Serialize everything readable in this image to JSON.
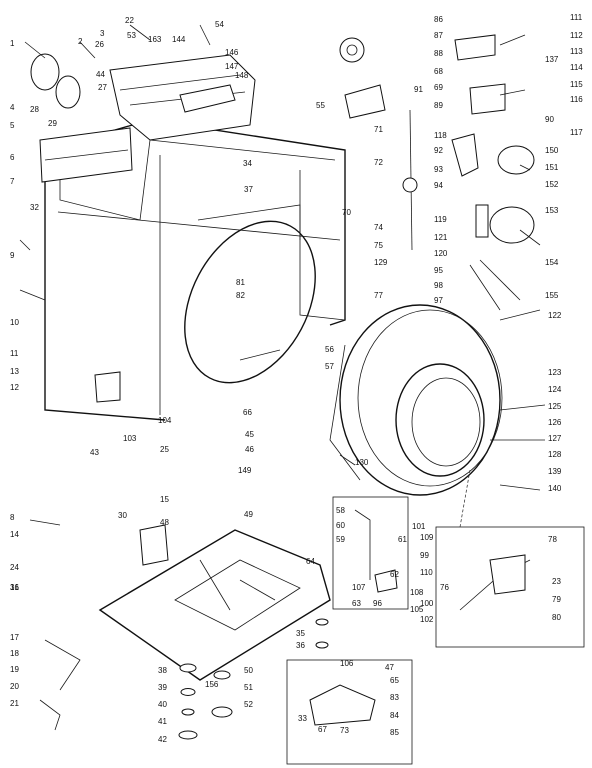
{
  "callouts": [
    "1",
    "2",
    "3",
    "4",
    "5",
    "6",
    "7",
    "8",
    "9",
    "10",
    "11",
    "12",
    "13",
    "14",
    "15",
    "16",
    "17",
    "18",
    "19",
    "20",
    "21",
    "22",
    "23",
    "24",
    "25",
    "26",
    "27",
    "28",
    "29",
    "30",
    "31",
    "32",
    "33",
    "34",
    "35",
    "36",
    "37",
    "38",
    "39",
    "40",
    "41",
    "42",
    "43",
    "44",
    "45",
    "46",
    "47",
    "48",
    "49",
    "50",
    "51",
    "52",
    "53",
    "54",
    "55",
    "56",
    "57",
    "58",
    "59",
    "60",
    "61",
    "62",
    "63",
    "64",
    "65",
    "66",
    "67",
    "68",
    "69",
    "70",
    "71",
    "72",
    "73",
    "74",
    "75",
    "76",
    "77",
    "78",
    "79",
    "80",
    "81",
    "82",
    "83",
    "84",
    "85",
    "86",
    "87",
    "88",
    "89",
    "90",
    "91",
    "92",
    "93",
    "94",
    "95",
    "96",
    "97",
    "98",
    "99",
    "100",
    "101",
    "102",
    "103",
    "104",
    "105",
    "106",
    "107",
    "108",
    "109",
    "110",
    "111",
    "112",
    "113",
    "114",
    "115",
    "116",
    "117",
    "118",
    "119",
    "120",
    "121",
    "122",
    "123",
    "124",
    "125",
    "126",
    "127",
    "128",
    "129",
    "130",
    "137",
    "139",
    "140",
    "144",
    "146",
    "147",
    "148",
    "149",
    "150",
    "151",
    "152",
    "153",
    "154",
    "155",
    "156",
    "163"
  ]
}
